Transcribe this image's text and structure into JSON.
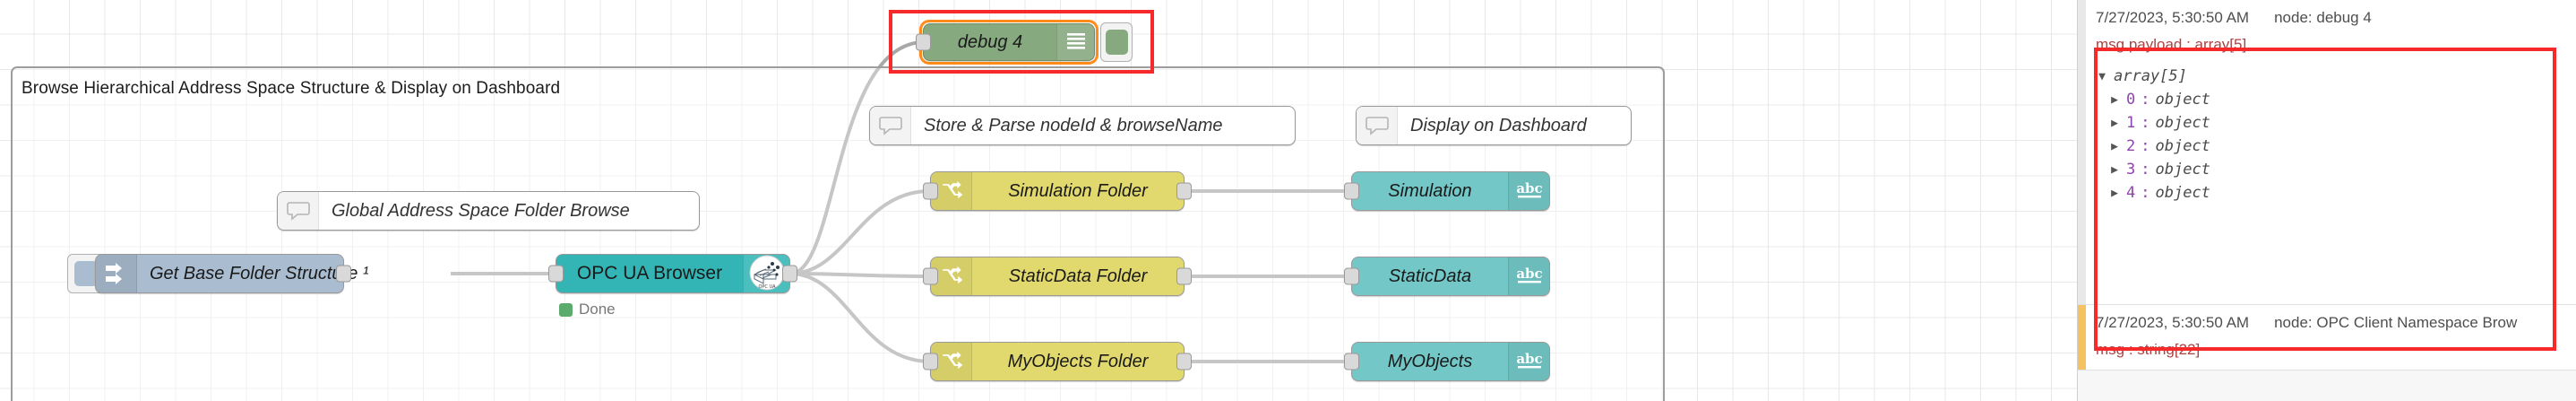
{
  "workspace": {
    "group": {
      "title": "Browse Hierarchical Address Space Structure & Display on Dashboard"
    },
    "comments": [
      {
        "id": "comment-global-browse",
        "label": "Global Address Space Folder Browse",
        "icon": "comment-icon"
      },
      {
        "id": "comment-store-parse",
        "label": "Store & Parse nodeId & browseName",
        "icon": "comment-icon"
      },
      {
        "id": "comment-display-dashboard",
        "label": "Display on Dashboard",
        "icon": "comment-icon"
      }
    ],
    "nodes": {
      "inject": {
        "label": "Get Base Folder Structure ¹",
        "type": "inject",
        "color": "#a9bcd0",
        "icon": "inject-arrow-icon"
      },
      "opcua_browser": {
        "label": "OPC UA Browser",
        "type": "opcua-browser",
        "color": "#33b5b5",
        "icon": "opc-ua-icon",
        "status": "Done",
        "status_color": "#5aab6d"
      },
      "change_nodes": [
        {
          "label": "Simulation Folder",
          "type": "change",
          "color": "#e2d96e",
          "icon": "swap-arrows-icon"
        },
        {
          "label": "StaticData Folder",
          "type": "change",
          "color": "#e2d96e",
          "icon": "swap-arrows-icon"
        },
        {
          "label": "MyObjects Folder",
          "type": "change",
          "color": "#e2d96e",
          "icon": "swap-arrows-icon"
        }
      ],
      "ui_nodes": [
        {
          "label": "Simulation",
          "type": "ui_text",
          "color": "#73c7c7",
          "icon": "abc-icon"
        },
        {
          "label": "StaticData",
          "type": "ui_text",
          "color": "#73c7c7",
          "icon": "abc-icon"
        },
        {
          "label": "MyObjects",
          "type": "ui_text",
          "color": "#73c7c7",
          "icon": "abc-icon"
        }
      ],
      "debug": {
        "label": "debug 4",
        "type": "debug",
        "color": "#87a980",
        "icon": "debug-lines-icon",
        "selected": true
      }
    },
    "annotation_color": "#f62a2a"
  },
  "sidebar": {
    "messages": [
      {
        "timestamp": "7/27/2023, 5:30:50 AM",
        "source": "node: debug 4",
        "topic": "msg.payload : array[5]",
        "level": "info",
        "tree": {
          "root_label": "array[5]",
          "root_expanded": true,
          "items": [
            {
              "key": "0",
              "value": "object"
            },
            {
              "key": "1",
              "value": "object"
            },
            {
              "key": "2",
              "value": "object"
            },
            {
              "key": "3",
              "value": "object"
            },
            {
              "key": "4",
              "value": "object"
            }
          ]
        }
      },
      {
        "timestamp": "7/27/2023, 5:30:50 AM",
        "source": "node: OPC Client Namespace Brow",
        "topic": "msg : string[22]",
        "level": "warn",
        "tree": null
      }
    ]
  }
}
